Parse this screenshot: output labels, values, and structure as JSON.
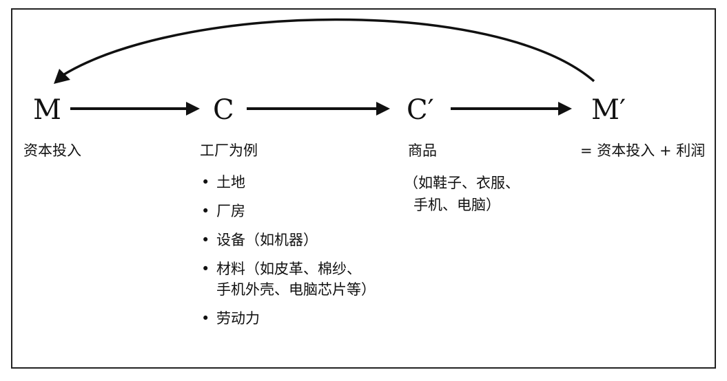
{
  "nodes": {
    "m": "M",
    "c": "C",
    "c_prime": "C′",
    "m_prime": "M′"
  },
  "labels": {
    "m": "资本投入",
    "c": "工厂为例",
    "c_prime_title": "商品",
    "c_prime_line1": "（如鞋子、衣服、",
    "c_prime_line2": "手机、电脑）",
    "m_prime": "= 资本投入 + 利润"
  },
  "factory_items": [
    {
      "line1": "土地"
    },
    {
      "line1": "厂房"
    },
    {
      "line1": "设备（如机器）"
    },
    {
      "line1": "材料（如皮革、棉纱、",
      "line2": "手机外壳、电脑芯片等）"
    },
    {
      "line1": "劳动力"
    }
  ],
  "bullet": "•"
}
